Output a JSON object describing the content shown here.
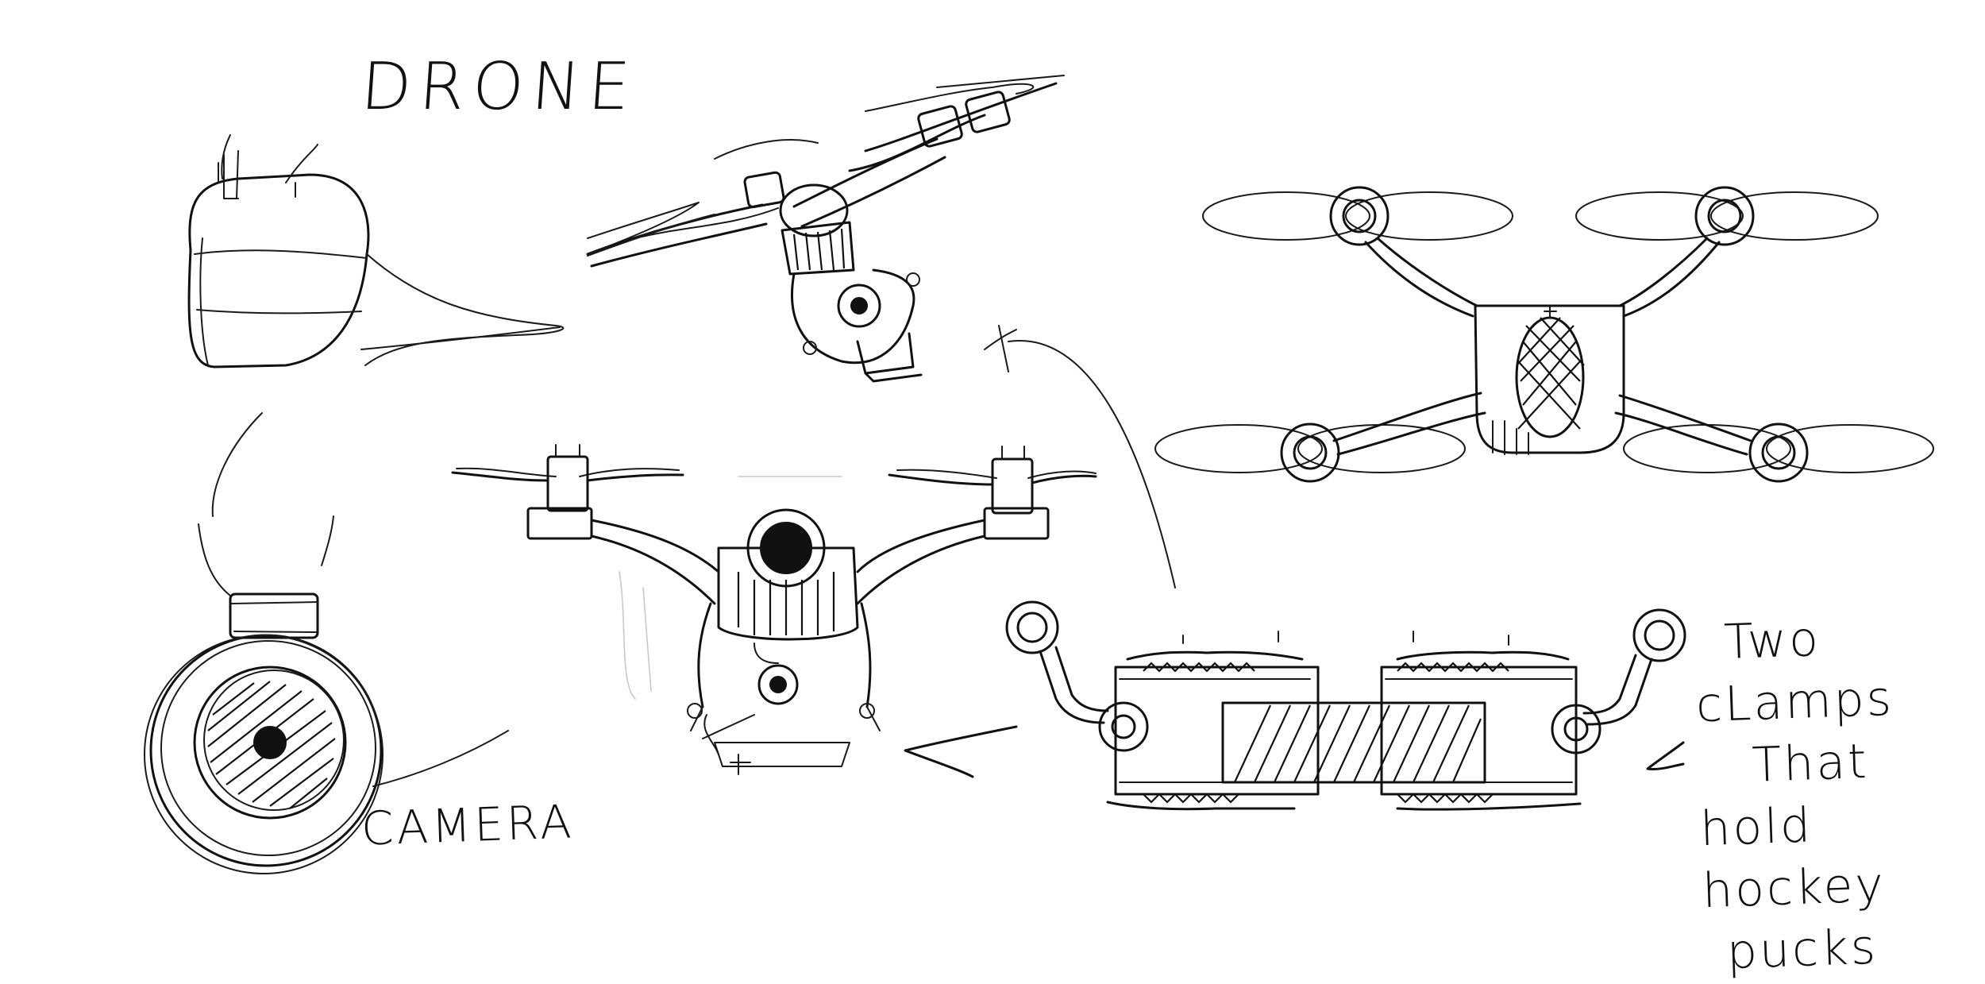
{
  "sketch": {
    "title": "DRONE",
    "camera_label": "CAMERA",
    "clamp_note": [
      "Two",
      "cLamps",
      "That",
      "hold hockey",
      "pucks"
    ]
  },
  "colors": {
    "ink": "#111111",
    "paper": "#ffffff",
    "faint": "#c8c8c8"
  }
}
